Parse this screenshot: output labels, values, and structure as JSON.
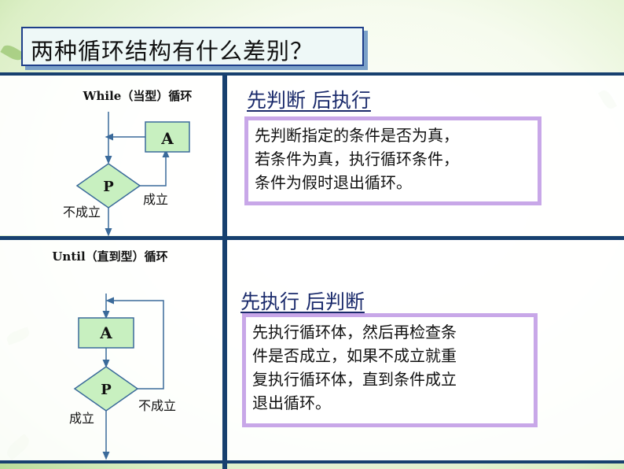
{
  "title": "两种循环结构有什么差别？",
  "while_section": {
    "diagram_title": "While（当型）循环",
    "box_label": "A",
    "diamond_label": "P",
    "true_label": "成立",
    "false_label": "不成立",
    "heading": "先判断 后执行",
    "description_lines": [
      "先判断指定的条件是否为真，",
      "若条件为真，执行循环条件，",
      "条件为假时退出循环。"
    ]
  },
  "until_section": {
    "diagram_title": "Until（直到型）循环",
    "box_label": "A",
    "diamond_label": "P",
    "true_label": "成立",
    "false_label": "不成立",
    "heading": "先执行 后判断",
    "description_lines": [
      "先执行循环体，然后再检查条",
      "件是否成立，如果不成立就重",
      "复执行循环体，直到条件成立",
      "退出循环。"
    ]
  },
  "colors": {
    "grid_line": "#17406f",
    "flow_box_fill": "#c8f0c0",
    "flow_stroke": "#3a6a9a",
    "desc_border": "#c8a7e8",
    "title_border": "#1f3f8a"
  }
}
